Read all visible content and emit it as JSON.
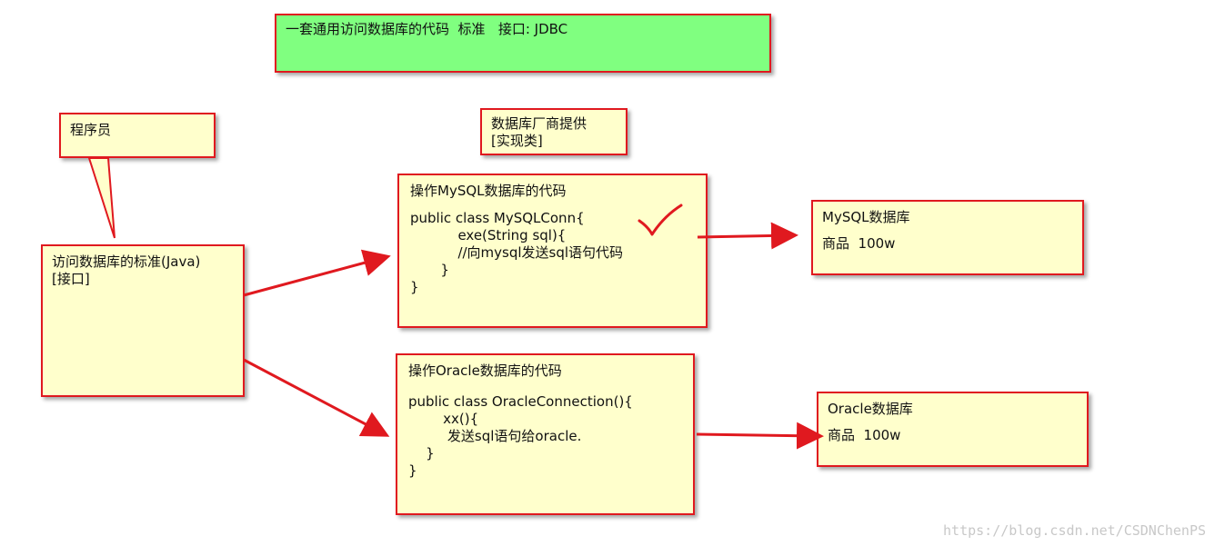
{
  "title_box": {
    "text": "一套通用访问数据库的代码  标准   接口: JDBC"
  },
  "programmer_box": {
    "text": "程序员"
  },
  "vendor_box": {
    "lines": [
      "数据库厂商提供",
      "[实现类]"
    ]
  },
  "standard_box": {
    "lines": [
      "访问数据库的标准(Java)",
      "[接口]"
    ]
  },
  "mysql_code_box": {
    "title": "操作MySQL数据库的代码",
    "code": [
      "public class MySQLConn{",
      "",
      "           exe(String sql){",
      "           //向mysql发送sql语句代码",
      "       }",
      "}"
    ]
  },
  "oracle_code_box": {
    "title": "操作Oracle数据库的代码",
    "code": [
      "public class OracleConnection(){",
      "",
      "        xx(){",
      "         发送sql语句给oracle.",
      "    }",
      "}"
    ]
  },
  "mysql_db_box": {
    "title": "MySQL数据库",
    "content": "商品  100w"
  },
  "oracle_db_box": {
    "title": "Oracle数据库",
    "content": "商品  100w"
  },
  "watermark": "https://blog.csdn.net/CSDNChenPS",
  "colors": {
    "box_fill": "#ffffcc",
    "title_fill": "#80ff80",
    "border": "#e0191f",
    "arrow": "#e0191f",
    "checkmark": "#e0191f"
  }
}
